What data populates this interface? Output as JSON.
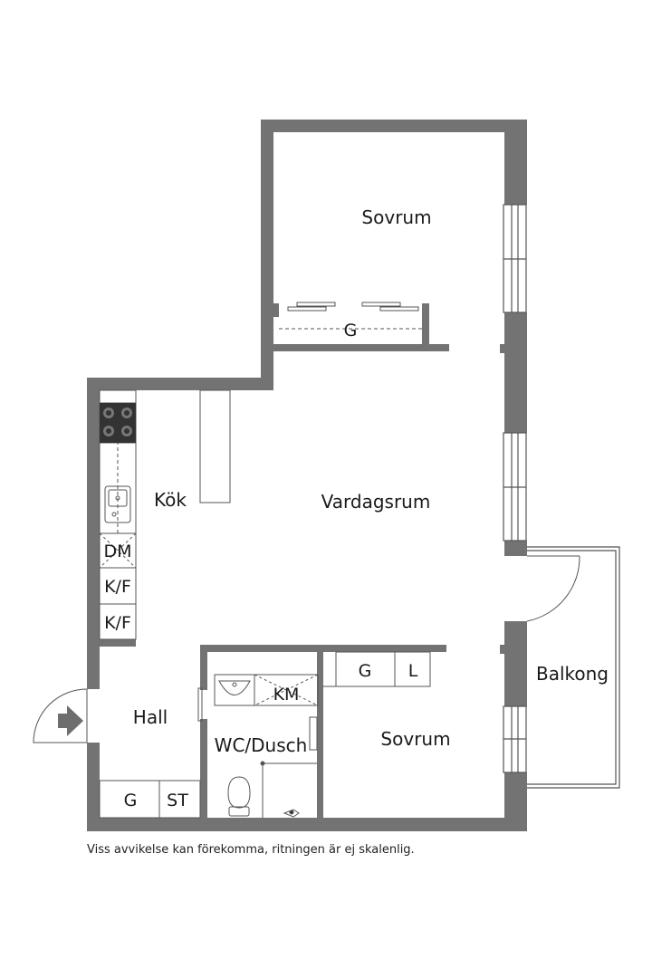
{
  "rooms": {
    "bedroom_top": "Sovrum",
    "living_room": "Vardagsrum",
    "kitchen": "Kök",
    "hall": "Hall",
    "bathroom": "WC/Dusch",
    "bedroom_bottom": "Sovrum",
    "balcony": "Balkong"
  },
  "fixtures": {
    "wardrobe_top": "G",
    "dishwasher": "DM",
    "fridge_freezer_1": "K/F",
    "fridge_freezer_2": "K/F",
    "washing_machine": "KM",
    "wardrobe_bedroom": "G",
    "linen_closet": "L",
    "wardrobe_hall": "G",
    "storage_hall": "ST"
  },
  "disclaimer": "Viss avvikelse kan förekomma, ritningen är ej skalenlig.",
  "colors": {
    "wall": "#737373",
    "line": "#333333",
    "background": "#ffffff"
  }
}
